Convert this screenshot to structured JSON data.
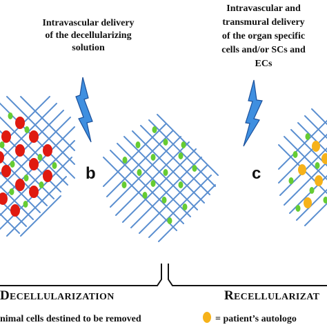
{
  "captions": {
    "decellularizing_delivery": [
      "Intravascular delivery",
      "of the decellularizing",
      "solution"
    ],
    "recellularizing_delivery": [
      "Intravascular  and",
      "transmural delivery",
      "of the organ specific",
      "cells and/or SCs and",
      "ECs"
    ]
  },
  "panel_letters": {
    "b": "b",
    "c": "c"
  },
  "phases": {
    "left": {
      "initial": "D",
      "rest": "ECELLULARIZATION"
    },
    "right": {
      "initial": "R",
      "rest": "ECELLULARIZAT"
    }
  },
  "legend": {
    "animal_cells": "nimal cells destined to be removed",
    "patient_cells": "= patient’s autologo"
  },
  "colors": {
    "scaffold_fiber": "#5b8fd0",
    "animal_cell_red": "#e01a10",
    "matrix_green": "#66cc33",
    "patient_cell_orange": "#f6b21a",
    "bolt_blue": "#3f8fe0",
    "bolt_outline": "#1a4f9a",
    "bracket": "#111111"
  },
  "icons": {
    "left_bolt": "lightning-bolt-icon",
    "right_bolt": "lightning-bolt-icon",
    "legend_dot": "patient-cell-dot-icon"
  }
}
